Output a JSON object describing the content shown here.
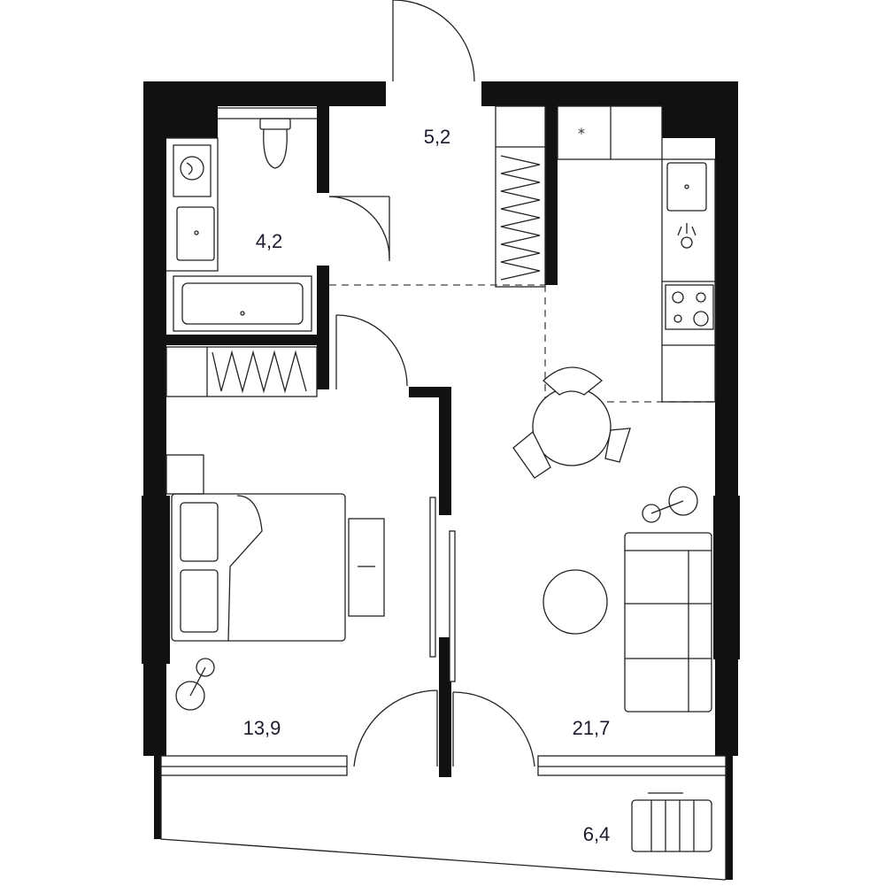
{
  "rooms": {
    "hall": {
      "area": "5,2"
    },
    "bathroom": {
      "area": "4,2"
    },
    "bedroom": {
      "area": "13,9"
    },
    "living_kitchen": {
      "area": "21,7"
    },
    "balcony": {
      "area": "6,4"
    }
  },
  "colors": {
    "wall": "#111111",
    "line": "#222222",
    "label": "#1b1b2e"
  }
}
